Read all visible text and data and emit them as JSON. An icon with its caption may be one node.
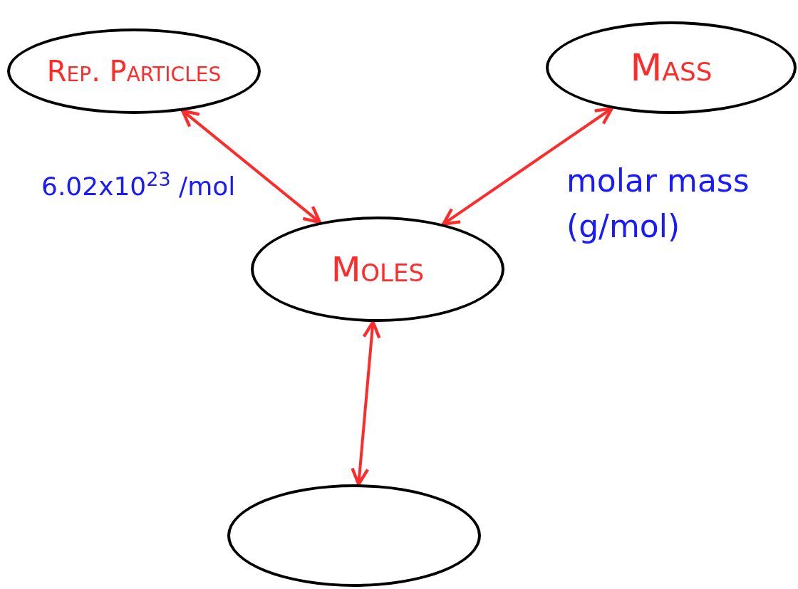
{
  "diagram": {
    "nodes": [
      {
        "text": [
          "Rep. Particles"
        ]
      },
      {
        "text": [
          "Mass"
        ]
      },
      {
        "text": [
          "Moles"
        ]
      },
      {
        "text": [],
        "shape": "ellipse"
      }
    ],
    "edges": [
      {
        "from": 0,
        "to": 2,
        "arrow": "both",
        "label": "6.02x10$^{23}$ /mol"
      },
      {
        "from": 1,
        "to": 2,
        "arrow": "both",
        "label": "molar mass (g/mol)"
      },
      {
        "from": 2,
        "to": 3,
        "arrow": "both"
      }
    ]
  }
}
